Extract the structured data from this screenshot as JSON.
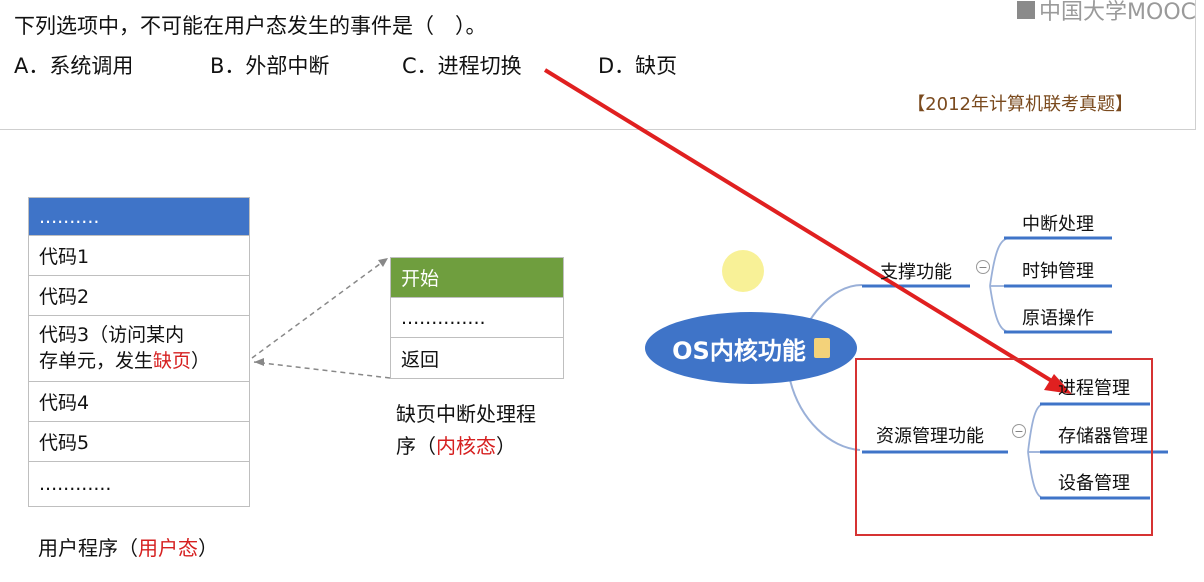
{
  "question": {
    "text": "下列选项中，不可能在用户态发生的事件是（　）。",
    "options": [
      "A．系统调用",
      "B．外部中断",
      "C．进程切换",
      "D．缺页"
    ],
    "source": "【2012年计算机联考真题】"
  },
  "logo_text": "中国大学MOOC",
  "user_program": {
    "header": "..........",
    "rows": [
      "代码1",
      "代码2"
    ],
    "row3_line1": "代码3（访问某内",
    "row3_line2a": "存单元，发生",
    "row3_line2b": "缺页",
    "row3_line2c": "）",
    "rows_after": [
      "代码4",
      "代码5"
    ],
    "last": "............",
    "caption_a": "用户程序（",
    "caption_b": "用户态",
    "caption_c": "）"
  },
  "handler": {
    "rows": [
      "开始",
      "..............",
      "返回"
    ],
    "caption_line1": "缺页中断处理程",
    "caption_line2a": "序（",
    "caption_line2b": "内核态",
    "caption_line2c": "）"
  },
  "mindmap": {
    "center": "OS内核功能",
    "branch1": "支撑功能",
    "branch1_children": [
      "中断处理",
      "时钟管理",
      "原语操作"
    ],
    "branch2": "资源管理功能",
    "branch2_children": [
      "进程管理",
      "存储器管理",
      "设备管理"
    ],
    "minus": "−"
  },
  "colors": {
    "accent_blue": "#3f74c8",
    "green": "#6f9e3e",
    "red": "#d62020"
  }
}
